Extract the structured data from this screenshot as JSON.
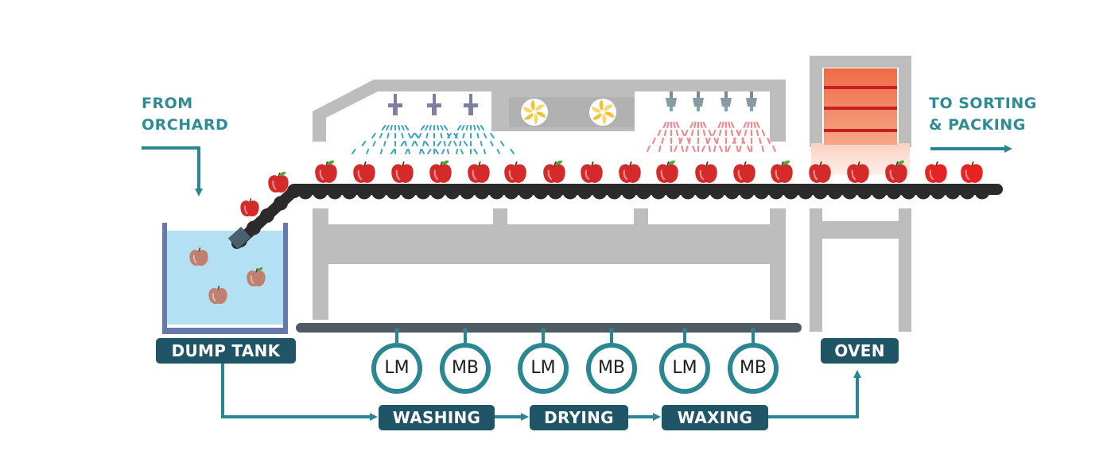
{
  "colors": {
    "teal": "#2a8692",
    "navy_tag": "#1f5566",
    "machine_gray": "#bdbdbd",
    "conveyor": "#2b2b2b",
    "water": "#b3e0f2",
    "tank_wall": "#6679a8",
    "apple_red": "#d42a2a",
    "oven_orange": "#ee6a45"
  },
  "inputs": {
    "from_line1": "FROM",
    "from_line2": "ORCHARD",
    "to_line1": "TO SORTING",
    "to_line2": "& PACKING"
  },
  "stations": {
    "dump_tank": "DUMP TANK",
    "oven": "OVEN"
  },
  "process_steps": [
    "WASHING",
    "DRYING",
    "WAXING"
  ],
  "motors": [
    "LM",
    "MB",
    "LM",
    "MB",
    "LM",
    "MB"
  ],
  "icons": {
    "sprinkler": "sprinkler-icon",
    "fan": "fan-icon",
    "wax_nozzle": "wax-nozzle-icon",
    "apple": "apple-icon",
    "arrow": "arrow-icon"
  }
}
